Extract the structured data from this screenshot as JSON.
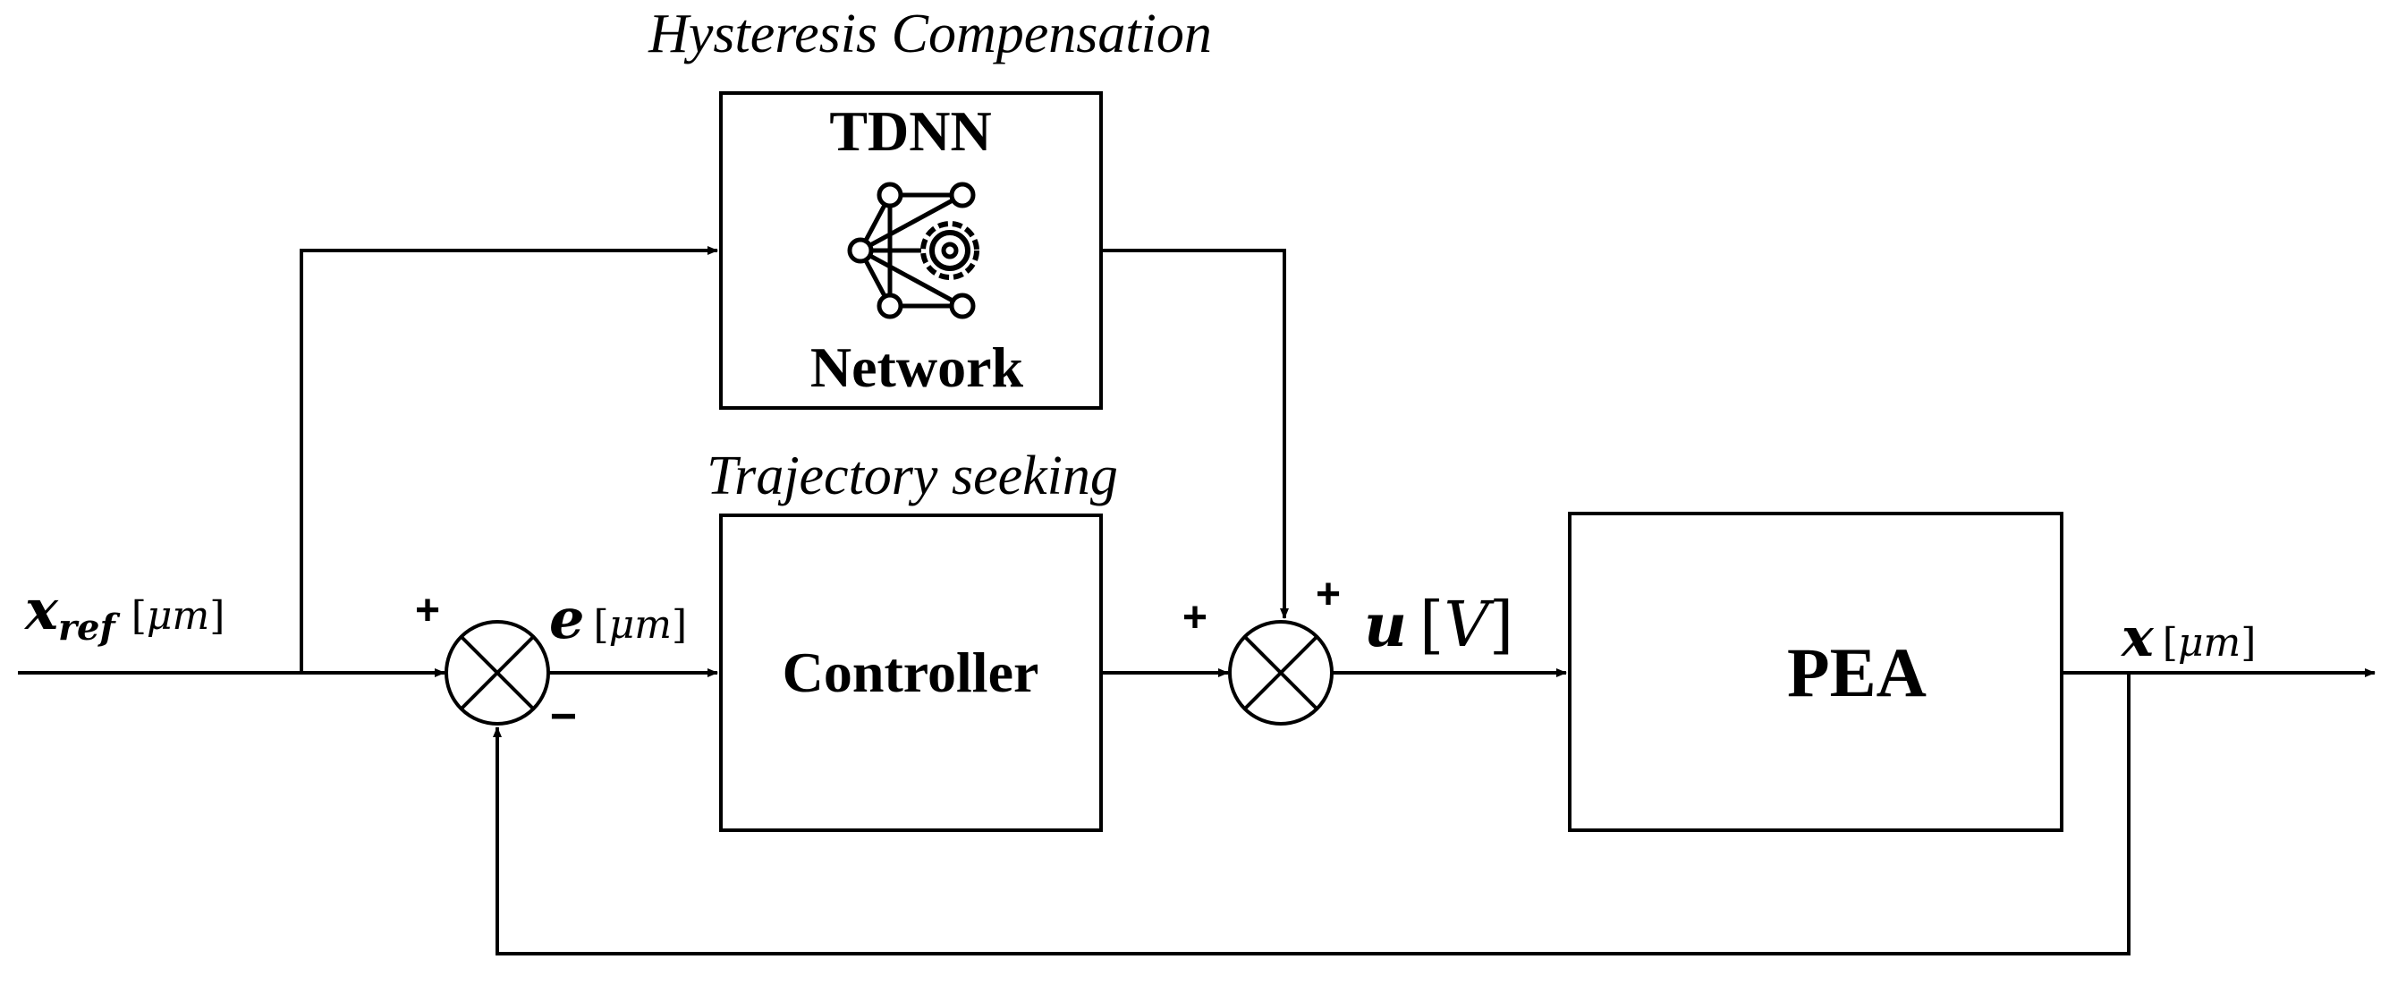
{
  "captions": {
    "hysteresis": "Hysteresis Compensation",
    "trajectory": "Trajectory seeking"
  },
  "blocks": {
    "tdnn_top": "TDNN",
    "tdnn_bottom": "Network",
    "controller": "Controller",
    "pea": "PEA"
  },
  "signs": {
    "sum1_plus": "+",
    "sum1_minus": "−",
    "sum2_plus_left": "+",
    "sum2_plus_top": "+"
  },
  "signals": {
    "x_ref": {
      "symbol": "x",
      "subscript": "ref",
      "unit_open": "[",
      "unit": "μm",
      "unit_close": "]"
    },
    "e": {
      "symbol": "e",
      "unit_open": "[",
      "unit": "μm",
      "unit_close": "]"
    },
    "u": {
      "symbol": "u",
      "unit_open": "[",
      "unit": "V",
      "unit_close": "]"
    },
    "x": {
      "symbol": "x",
      "unit_open": "[",
      "unit": "μm",
      "unit_close": "]"
    }
  },
  "icons": {
    "tdnn": "neural-network-gear-icon"
  },
  "colors": {
    "line": "#000000",
    "background": "#ffffff"
  }
}
